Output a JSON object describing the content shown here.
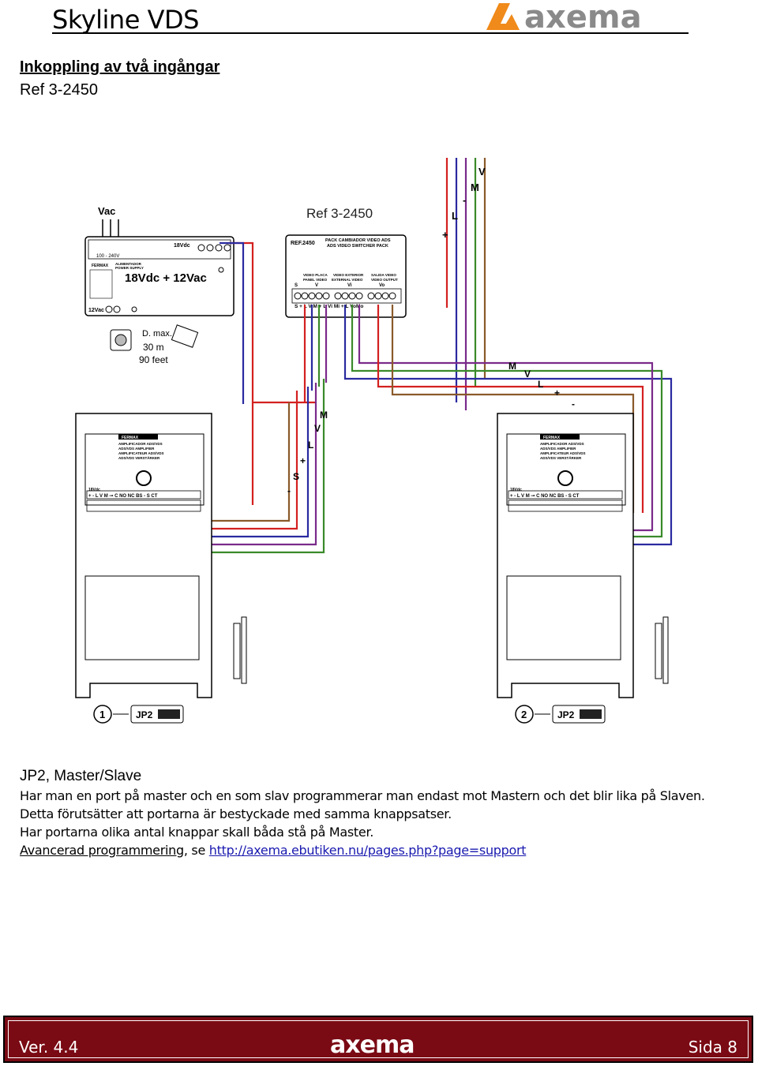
{
  "header": {
    "title": "Skyline VDS",
    "logo_text": "axema",
    "logo_color": "#f08a1a",
    "logo_text_color": "#8a8a8a"
  },
  "section": {
    "heading": "Inkoppling av två ingångar",
    "ref": "Ref 3-2450"
  },
  "diagram": {
    "ref_label": "Ref 3-2450",
    "power_supply": {
      "vac_label": "Vac",
      "out_label": "18Vdc",
      "voltage_range": "100 - 240V",
      "brand": "FERMAX",
      "title_line1": "ALIMENTADOR",
      "title_line2": "POWER SUPPLY",
      "main_label": "18Vdc + 12Vac",
      "ac_label": "12Vac"
    },
    "distance": {
      "line1": "D. max.",
      "line2": "30 m",
      "line3": "90 feet"
    },
    "switcher": {
      "ref": "REF.2450",
      "title_line1": "PACK CAMBIADOR VIDEO ADS",
      "title_line2": "ADS VIDEO SWITCHER PACK",
      "group1_line1": "VIDEO PLACA",
      "group1_line2": "PANEL VIDEO",
      "group1_sig": "V",
      "group2_line1": "VIDEO EXTERIOR",
      "group2_line2": "EXTERNAL VIDEO",
      "group2_sig": "Vi",
      "group3_line1": "SALIDA VIDEO",
      "group3_line2": "VIDEO OUTPUT",
      "group3_sig": "Vo",
      "s_label": "S",
      "terminals": "S  +  L  V  M    +  L  Vi Mi   +  L  VoMo"
    },
    "bus_labels_top": [
      "V",
      "M",
      "-",
      "L",
      "+"
    ],
    "bus_labels_right": [
      "M",
      "V",
      "L",
      "+",
      "-"
    ],
    "bus_labels_left": [
      "M",
      "V",
      "L",
      "+",
      "S",
      "-"
    ],
    "amplifier": {
      "brand": "FERMAX",
      "line1": "AMPLIFICADOR ADS/VDS",
      "line2": "ADS/VDS AMPLIFIER",
      "line3": "AMPLIFICATEUR ADS/VDS",
      "line4": "ADS/VDS VERSTÄRKER",
      "supply": "18Vdc",
      "terminals": "+  -  L  V  M  ⊸  C  NO NC  BS  -  S  CT"
    },
    "panels": [
      {
        "number": "1",
        "jumper": "JP2"
      },
      {
        "number": "2",
        "jumper": "JP2"
      }
    ],
    "wire_colors": {
      "red": "#d42020",
      "blue": "#2a2aa0",
      "green": "#3a8a2a",
      "purple": "#7a2a8a",
      "brown": "#8a5a2a"
    }
  },
  "text": {
    "caption": "JP2, Master/Slave",
    "line1": "Har man en port på master och en som slav programmerar man endast mot Mastern och det blir lika på Slaven.",
    "line2": "Detta förutsätter att portarna är bestyckade med samma knappsatser.",
    "line3": "Har portarna olika antal knappar skall båda stå på Master.",
    "line4_link_label": "Avancerad programmering",
    "line4_sep": ", se ",
    "line4_url": "http://axema.ebutiken.nu/pages.php?page=support"
  },
  "footer": {
    "version": "Ver. 4.4",
    "logo": "axema",
    "page": "Sida 8",
    "background": "#7a0a14"
  }
}
